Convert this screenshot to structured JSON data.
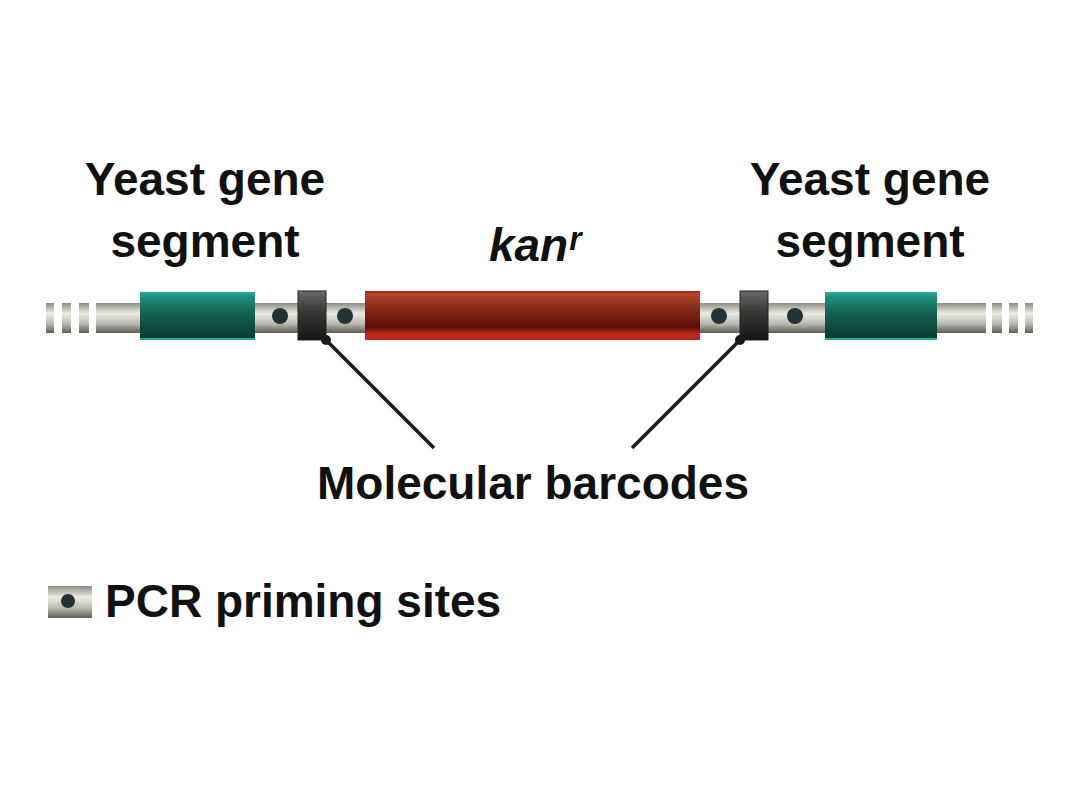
{
  "diagram": {
    "nodes": [
      {
        "text": [
          "Yeast gene segment"
        ]
      },
      {
        "text": [
          "kanʳ"
        ]
      },
      {
        "text": [
          "Yeast gene segment"
        ]
      }
    ],
    "labels": [
      "Molecular barcodes"
    ],
    "legend": [
      {
        "text": "PCR priming sites"
      }
    ]
  }
}
